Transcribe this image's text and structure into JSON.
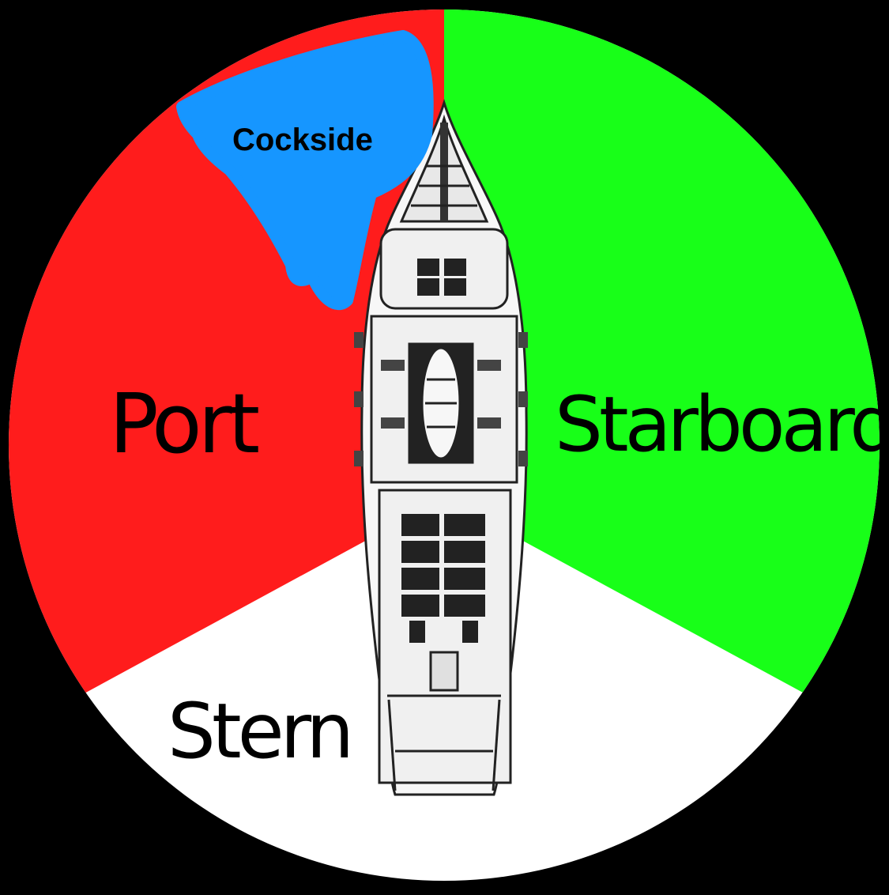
{
  "labels": {
    "port": "Port",
    "starboard": "Starboard",
    "stern": "Stern",
    "bow_scribble": "Cockside"
  },
  "colors": {
    "background": "#000000",
    "port_sector": "#ff1c1c",
    "starboard_sector": "#18ff18",
    "stern_sector": "#ffffff",
    "scribble": "#1696ff",
    "ship_outline": "#222222",
    "ship_deck": "#f7f7f7"
  },
  "icons": {
    "ship": "sailing-ship-top-view-icon"
  }
}
